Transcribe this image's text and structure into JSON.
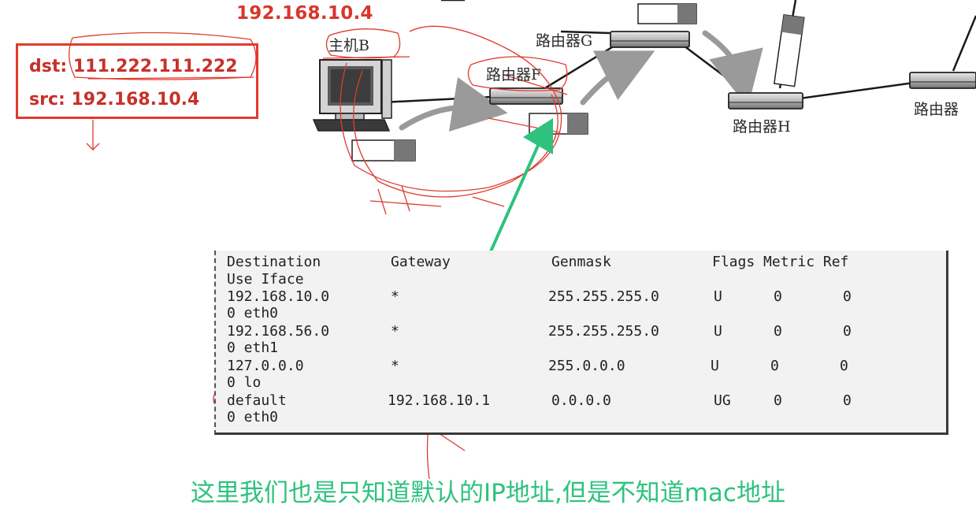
{
  "top_ip": "192.168.10.4",
  "packet": {
    "dst_label": "dst:",
    "dst_value": "111.222.111.222",
    "src_label": "src:",
    "src_value": "192.168.10.4"
  },
  "nodes": {
    "host_b": "主机B",
    "router_f": "路由器F",
    "router_g": "路由器G",
    "router_h": "路由器H",
    "router_right": "路由器"
  },
  "routing_table": {
    "header": [
      "Destination",
      "Gateway",
      "Genmask",
      "Flags Metric Ref",
      "Use Iface"
    ],
    "rows": [
      {
        "destination": "192.168.10.0",
        "gateway": "*",
        "genmask": "255.255.255.0",
        "flags": "U",
        "metric": "0",
        "ref": "0",
        "use_iface": "0 eth0"
      },
      {
        "destination": "192.168.56.0",
        "gateway": "*",
        "genmask": "255.255.255.0",
        "flags": "U",
        "metric": "0",
        "ref": "0",
        "use_iface": "0 eth1"
      },
      {
        "destination": "127.0.0.0",
        "gateway": "*",
        "genmask": "255.0.0.0",
        "flags": "U",
        "metric": "0",
        "ref": "0",
        "use_iface": "0 lo"
      },
      {
        "destination": "default",
        "gateway": "192.168.10.1",
        "genmask": "0.0.0.0",
        "flags": "UG",
        "metric": "0",
        "ref": "0",
        "use_iface": "0 eth0"
      }
    ]
  },
  "caption": "这里我们也是只知道默认的IP地址,但是不知道mac地址",
  "colors": {
    "annotation_red": "#e03a2f",
    "arrow_green": "#2ec27e",
    "caption_green": "#2ec27e",
    "line_dark": "#1a1a1a",
    "table_bg": "#f2f2f2"
  }
}
